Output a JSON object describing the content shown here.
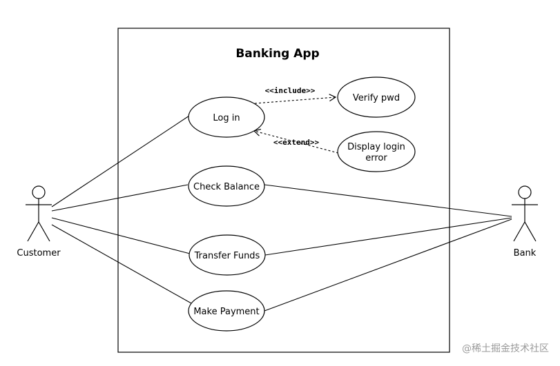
{
  "system": {
    "title": "Banking App"
  },
  "use_cases": {
    "login": "Log in",
    "verify_pwd": "Verify pwd",
    "display_error_line1": "Display login",
    "display_error_line2": "error",
    "check_balance": "Check Balance",
    "transfer_funds": "Transfer Funds",
    "make_payment": "Make Payment"
  },
  "actors": {
    "customer": "Customer",
    "bank": "Bank"
  },
  "relationships": {
    "include": "<<include>>",
    "extend": "<<extend>>"
  },
  "watermark": "@稀土掘金技术社区",
  "colors": {
    "stroke": "#000000",
    "background": "#ffffff",
    "watermark": "#9a9a9a"
  }
}
